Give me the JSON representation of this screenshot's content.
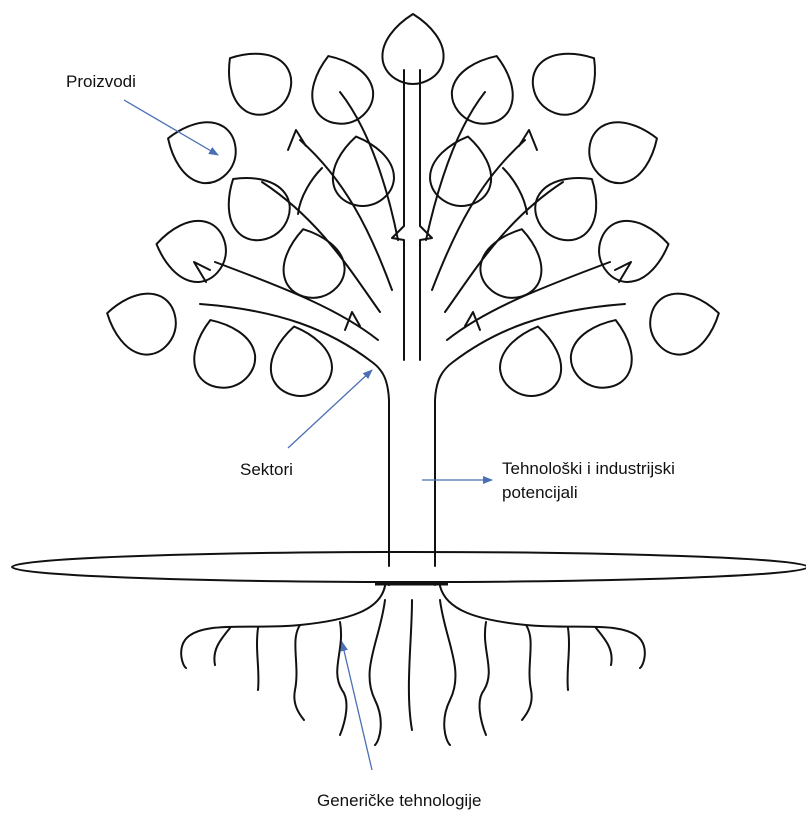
{
  "labels": {
    "products": "Proizvodi",
    "sectors": "Sektori",
    "potentials_line1": "Tehnološki i industrijski",
    "potentials_line2": "potencijali",
    "generic_tech": "Generičke tehnologije"
  },
  "colors": {
    "outline": "#111111",
    "arrow": "#4a6fb5",
    "background": "#ffffff"
  }
}
